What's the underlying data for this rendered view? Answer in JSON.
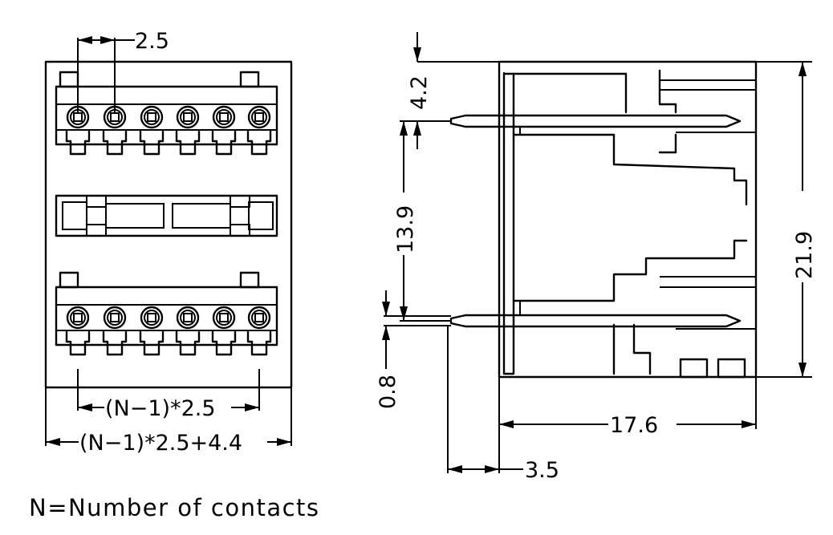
{
  "front_view": {
    "pitch_label": "2.5",
    "span_label": "(N−1)*2.5",
    "width_label": "(N−1)*2.5+4.4"
  },
  "side_view": {
    "top_offset_label": "4.2",
    "pin_spacing_label": "13.9",
    "bottom_offset_label": "0.8",
    "height_label": "21.9",
    "depth_label": "17.6",
    "pin_length_label": "3.5"
  },
  "note": "N=Number of contacts",
  "colors": {
    "line": "#000000",
    "background": "#ffffff"
  }
}
